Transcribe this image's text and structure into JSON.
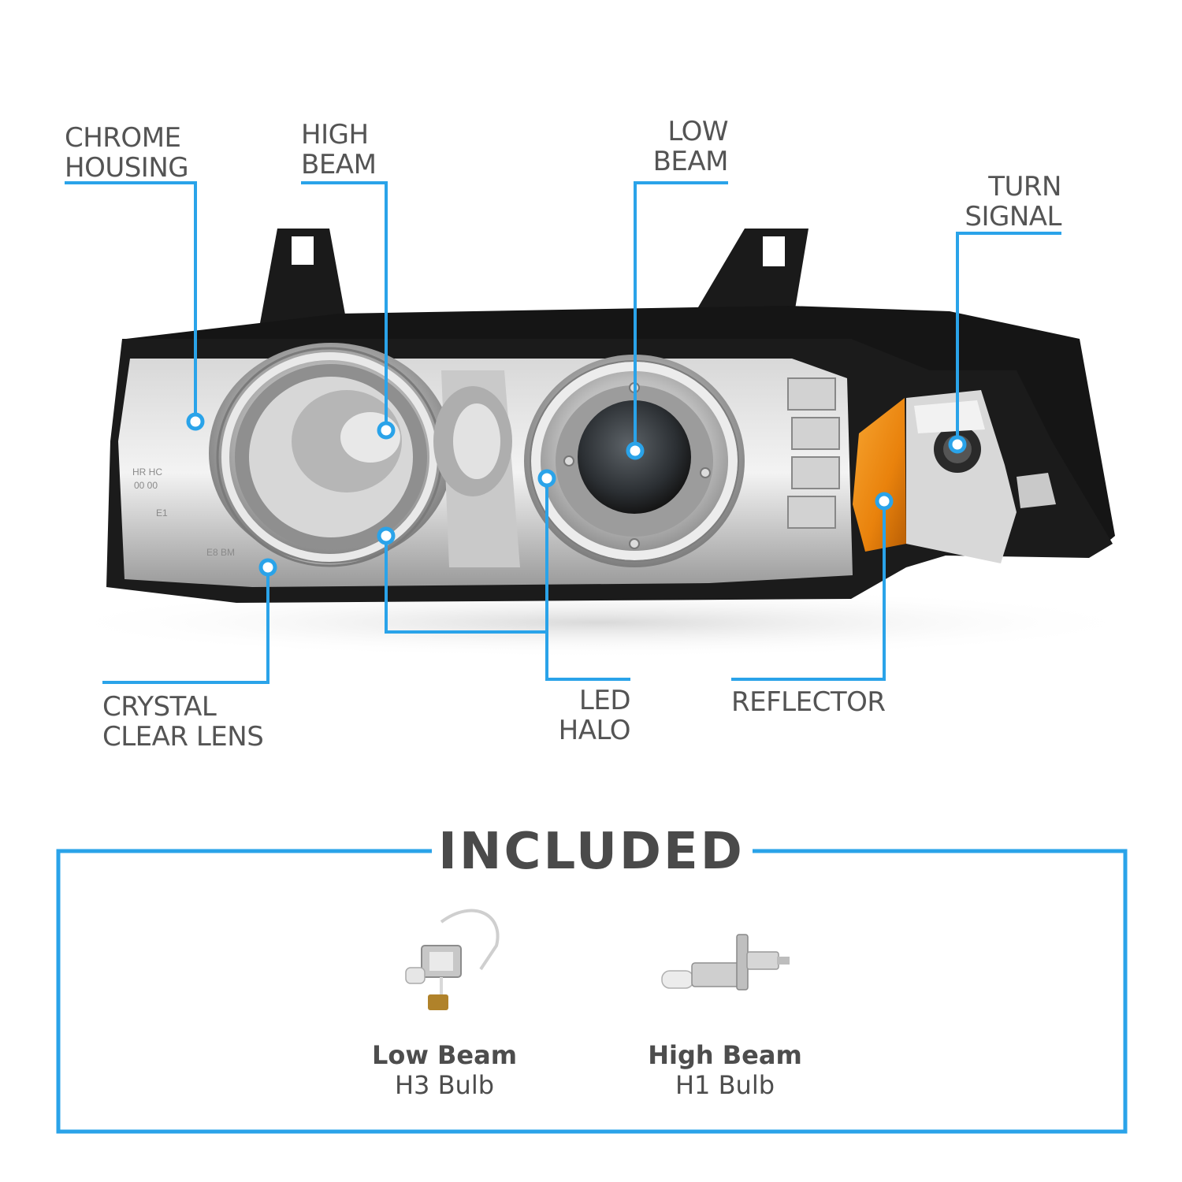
{
  "colors": {
    "accent": "#2aa3e9",
    "label_text": "#545454",
    "housing_black": "#151515",
    "amber": "#f08a10"
  },
  "callouts": {
    "chrome_housing": [
      "CHROME",
      "HOUSING"
    ],
    "high_beam": [
      "HIGH",
      "BEAM"
    ],
    "low_beam": [
      "LOW",
      "BEAM"
    ],
    "turn_signal": [
      "TURN",
      "SIGNAL"
    ],
    "crystal_clear_lens": [
      "CRYSTAL",
      "CLEAR LENS"
    ],
    "led_halo": [
      "LED",
      "HALO"
    ],
    "reflector": [
      "REFLECTOR"
    ]
  },
  "included": {
    "title": "INCLUDED",
    "bulbs": [
      {
        "name": "Low Beam",
        "type": "H3 Bulb"
      },
      {
        "name": "High Beam",
        "type": "H1 Bulb"
      }
    ]
  }
}
